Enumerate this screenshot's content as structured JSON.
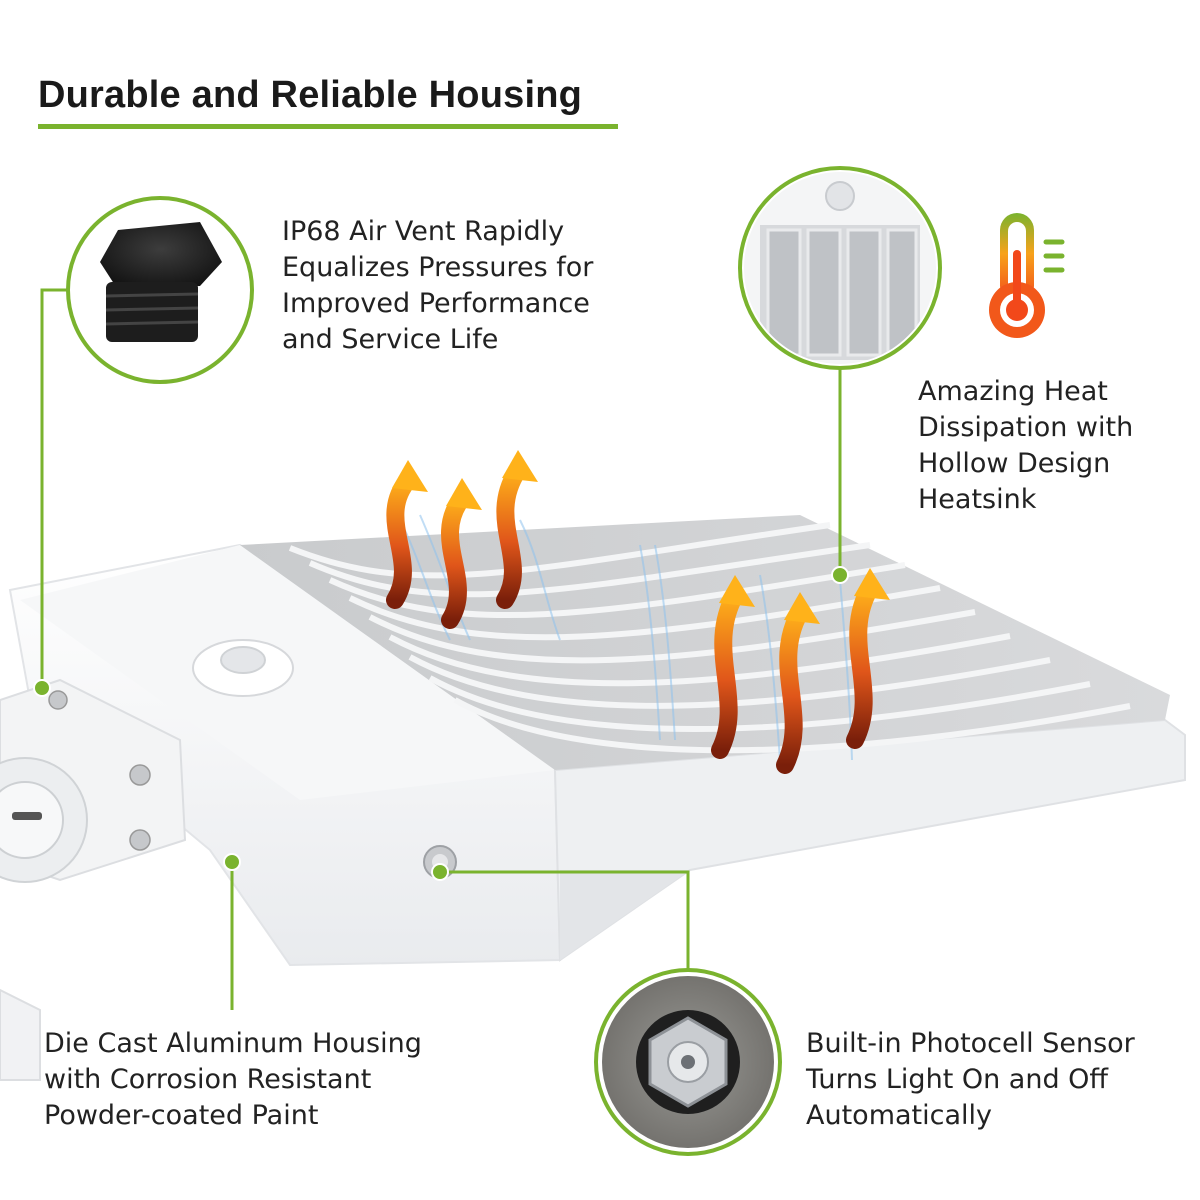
{
  "title": "Durable and Reliable Housing",
  "accent_color": "#7ab32e",
  "callouts": {
    "air_vent": {
      "lines": [
        "IP68 Air Vent Rapidly",
        "Equalizes Pressures for",
        "Improved Performance",
        "and Service Life"
      ]
    },
    "heat": {
      "lines": [
        "Amazing Heat",
        "Dissipation with",
        "Hollow Design",
        "Heatsink"
      ]
    },
    "housing": {
      "lines": [
        "Die Cast Aluminum Housing",
        "with Corrosion Resistant",
        "Powder-coated Paint"
      ]
    },
    "photocell": {
      "lines": [
        "Built-in Photocell Sensor",
        "Turns Light On and Off",
        "Automatically"
      ]
    }
  },
  "icons": [
    "thermometer-icon",
    "heat-arrow-icon"
  ]
}
